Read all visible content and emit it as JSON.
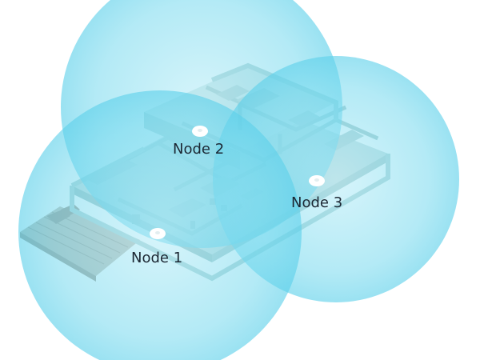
{
  "nodes": [
    {
      "label": "Node 1"
    },
    {
      "label": "Node 2"
    },
    {
      "label": "Node 3"
    }
  ],
  "colors": {
    "coverage_fill": "#5cd0ea",
    "floor_wall": "#b9d6d6",
    "floor_shadow": "#8fbcbc",
    "deck": "#b8b0a4",
    "node_device": "#ffffff",
    "label_text": "#1c2733"
  },
  "icons": {
    "node_device": "wifi-node-icon"
  }
}
